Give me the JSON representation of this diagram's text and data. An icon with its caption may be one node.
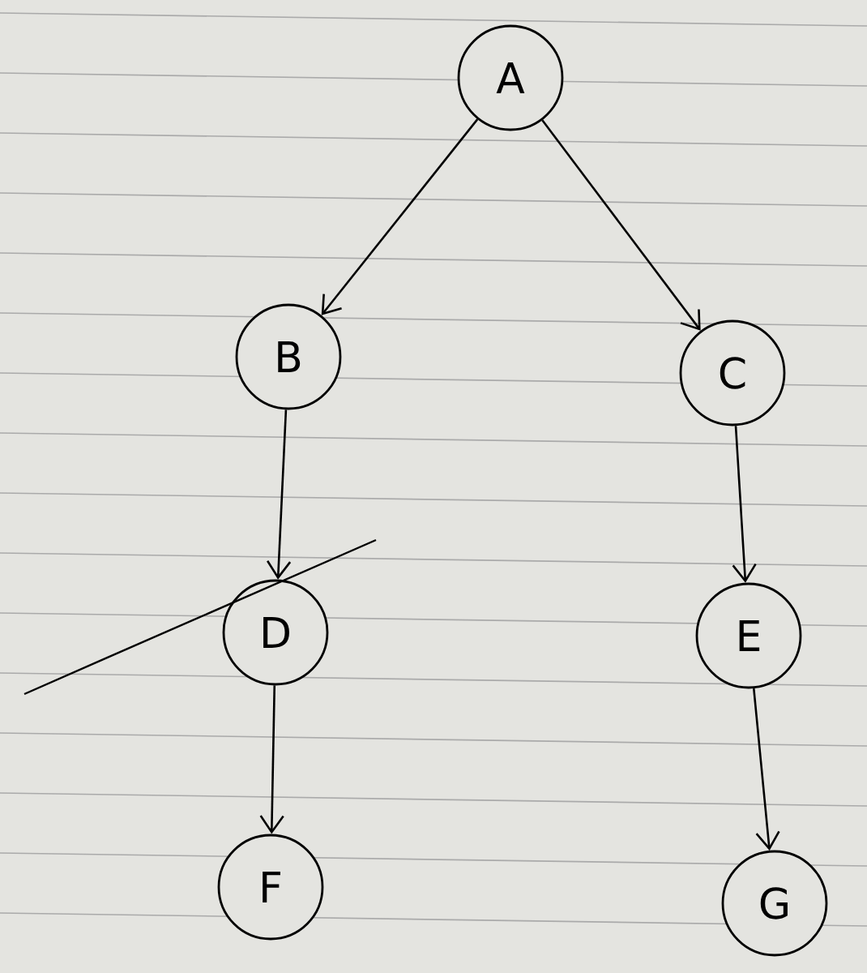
{
  "diagram": {
    "nodes": [
      {
        "text": [
          "A"
        ]
      },
      {
        "text": [
          "B"
        ]
      },
      {
        "text": [
          "C"
        ]
      },
      {
        "text": [
          "D"
        ]
      },
      {
        "text": [
          "E"
        ]
      },
      {
        "text": [
          "F"
        ]
      },
      {
        "text": [
          "G"
        ]
      }
    ],
    "edges": [
      {
        "from": 0,
        "to": 1,
        "arrow": "to"
      },
      {
        "from": 0,
        "to": 2,
        "arrow": "to"
      },
      {
        "from": 1,
        "to": 3,
        "arrow": "to"
      },
      {
        "from": 2,
        "to": 4,
        "arrow": "to"
      },
      {
        "from": 3,
        "to": 5,
        "arrow": "to"
      },
      {
        "from": 4,
        "to": 6,
        "arrow": "to"
      }
    ]
  }
}
